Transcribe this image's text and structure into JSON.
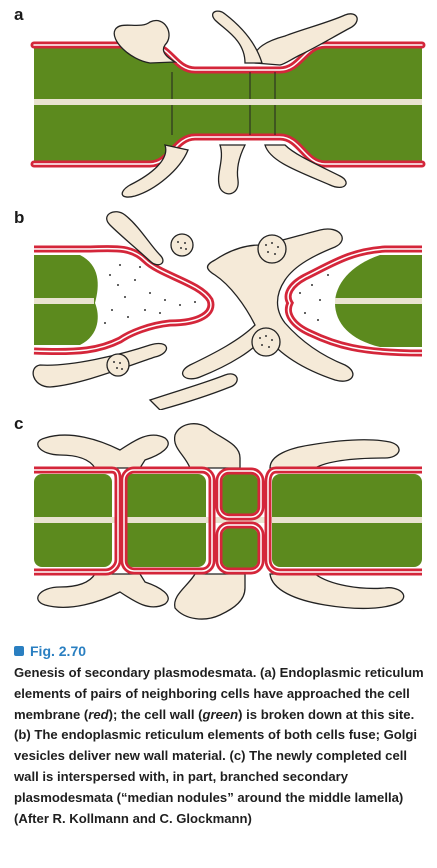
{
  "panels": {
    "a": "a",
    "b": "b",
    "c": "c"
  },
  "figure": {
    "number": "Fig. 2.70"
  },
  "caption": {
    "title": "Genesis of secondary plasmodesmata.",
    "a_label": "(a)",
    "a_text_1": "Endoplasmic reticulum elements of pairs of neighboring cells have approached the cell membrane (",
    "a_red": "red",
    "a_text_2": "); the cell wall (",
    "a_green": "green",
    "a_text_3": ") is broken down at this site.",
    "b_label": "(b)",
    "b_text": "The endoplasmic reticulum elements of both cells fuse; Golgi vesicles deliver new wall material.",
    "c_label": "(c)",
    "c_text": "The newly completed cell wall is interspersed with, in part, branched secondary plasmodesmata (“median nodules” around the middle lamella) (After R. Kollmann and C. Glockmann)"
  },
  "colors": {
    "wall": "#5c8a1e",
    "membrane": "#d4263a",
    "er": "#f5ead8",
    "lamella": "#e9e3d0",
    "accent": "#2a7fc1"
  }
}
